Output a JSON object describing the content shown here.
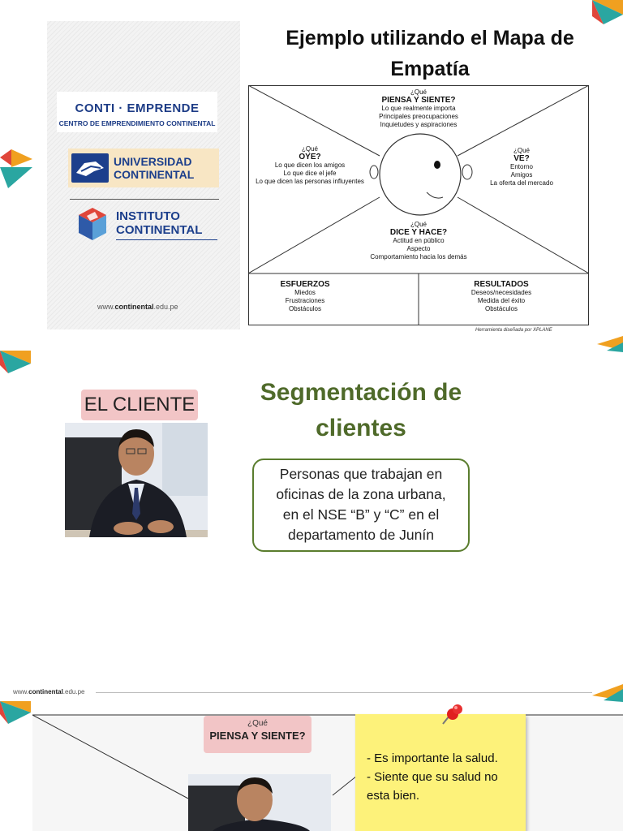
{
  "slide1": {
    "title": "Ejemplo utilizando el Mapa de Empatía",
    "logos": {
      "conti_title": "Conti · Emprende",
      "conti_sub": "Centro de Emprendimiento Continental",
      "uni_line1": "Universidad",
      "uni_line2": "Continental",
      "inst_line1": "Instituto",
      "inst_line2": "Continental",
      "web_prefix": "www.",
      "web_brand": "continental",
      "web_suffix": ".edu.pe"
    },
    "map": {
      "piensa": {
        "q": "¿Qué",
        "h": "PIENSA Y SIENTE?",
        "items": [
          "Lo que realmente importa",
          "Principales preocupaciones",
          "Inquietudes y aspiraciones"
        ]
      },
      "oye": {
        "q": "¿Qué",
        "h": "OYE?",
        "items": [
          "Lo que dicen los amigos",
          "Lo que dice el jefe",
          "Lo que dicen las personas influyentes"
        ]
      },
      "ve": {
        "q": "¿Qué",
        "h": "VE?",
        "items": [
          "Entorno",
          "Amigos",
          "La oferta del mercado"
        ]
      },
      "dice": {
        "q": "¿Qué",
        "h": "DICE Y HACE?",
        "items": [
          "Actitud en público",
          "Aspecto",
          "Comportamiento hacia los demás"
        ]
      },
      "esfuerzos": {
        "h": "ESFUERZOS",
        "items": [
          "Miedos",
          "Frustraciones",
          "Obstáculos"
        ]
      },
      "resultados": {
        "h": "RESULTADOS",
        "items": [
          "Deseos/necesidades",
          "Medida del éxito",
          "Obstáculos"
        ]
      }
    },
    "credit": "Herramienta diseñada por XPLANE"
  },
  "slide2": {
    "client_label": "EL CLIENTE",
    "title_line1": "Segmentación de",
    "title_line2": "clientes",
    "description_lines": [
      "Personas que trabajan en",
      "oficinas de la zona urbana,",
      "en el NSE “B” y “C” en el",
      "departamento de Junín"
    ]
  },
  "slide3": {
    "web_prefix": "www.",
    "web_brand": "continental",
    "web_suffix": ".edu.pe",
    "tag_q": "¿Qué",
    "tag_h": "PIENSA Y SIENTE?",
    "note_lines": [
      "- Es importante la salud.",
      "- Siente que su salud no",
      "esta bien."
    ]
  },
  "colors": {
    "brand_blue": "#1c3f8c",
    "title_green": "#4f6a2a",
    "box_green": "#5a7d2e",
    "tag_pink": "#f2c5c6",
    "sticky_yellow": "#fdf27a",
    "accent_teal": "#2aa6a1",
    "accent_orange": "#f0a020",
    "accent_red": "#e0463a"
  }
}
